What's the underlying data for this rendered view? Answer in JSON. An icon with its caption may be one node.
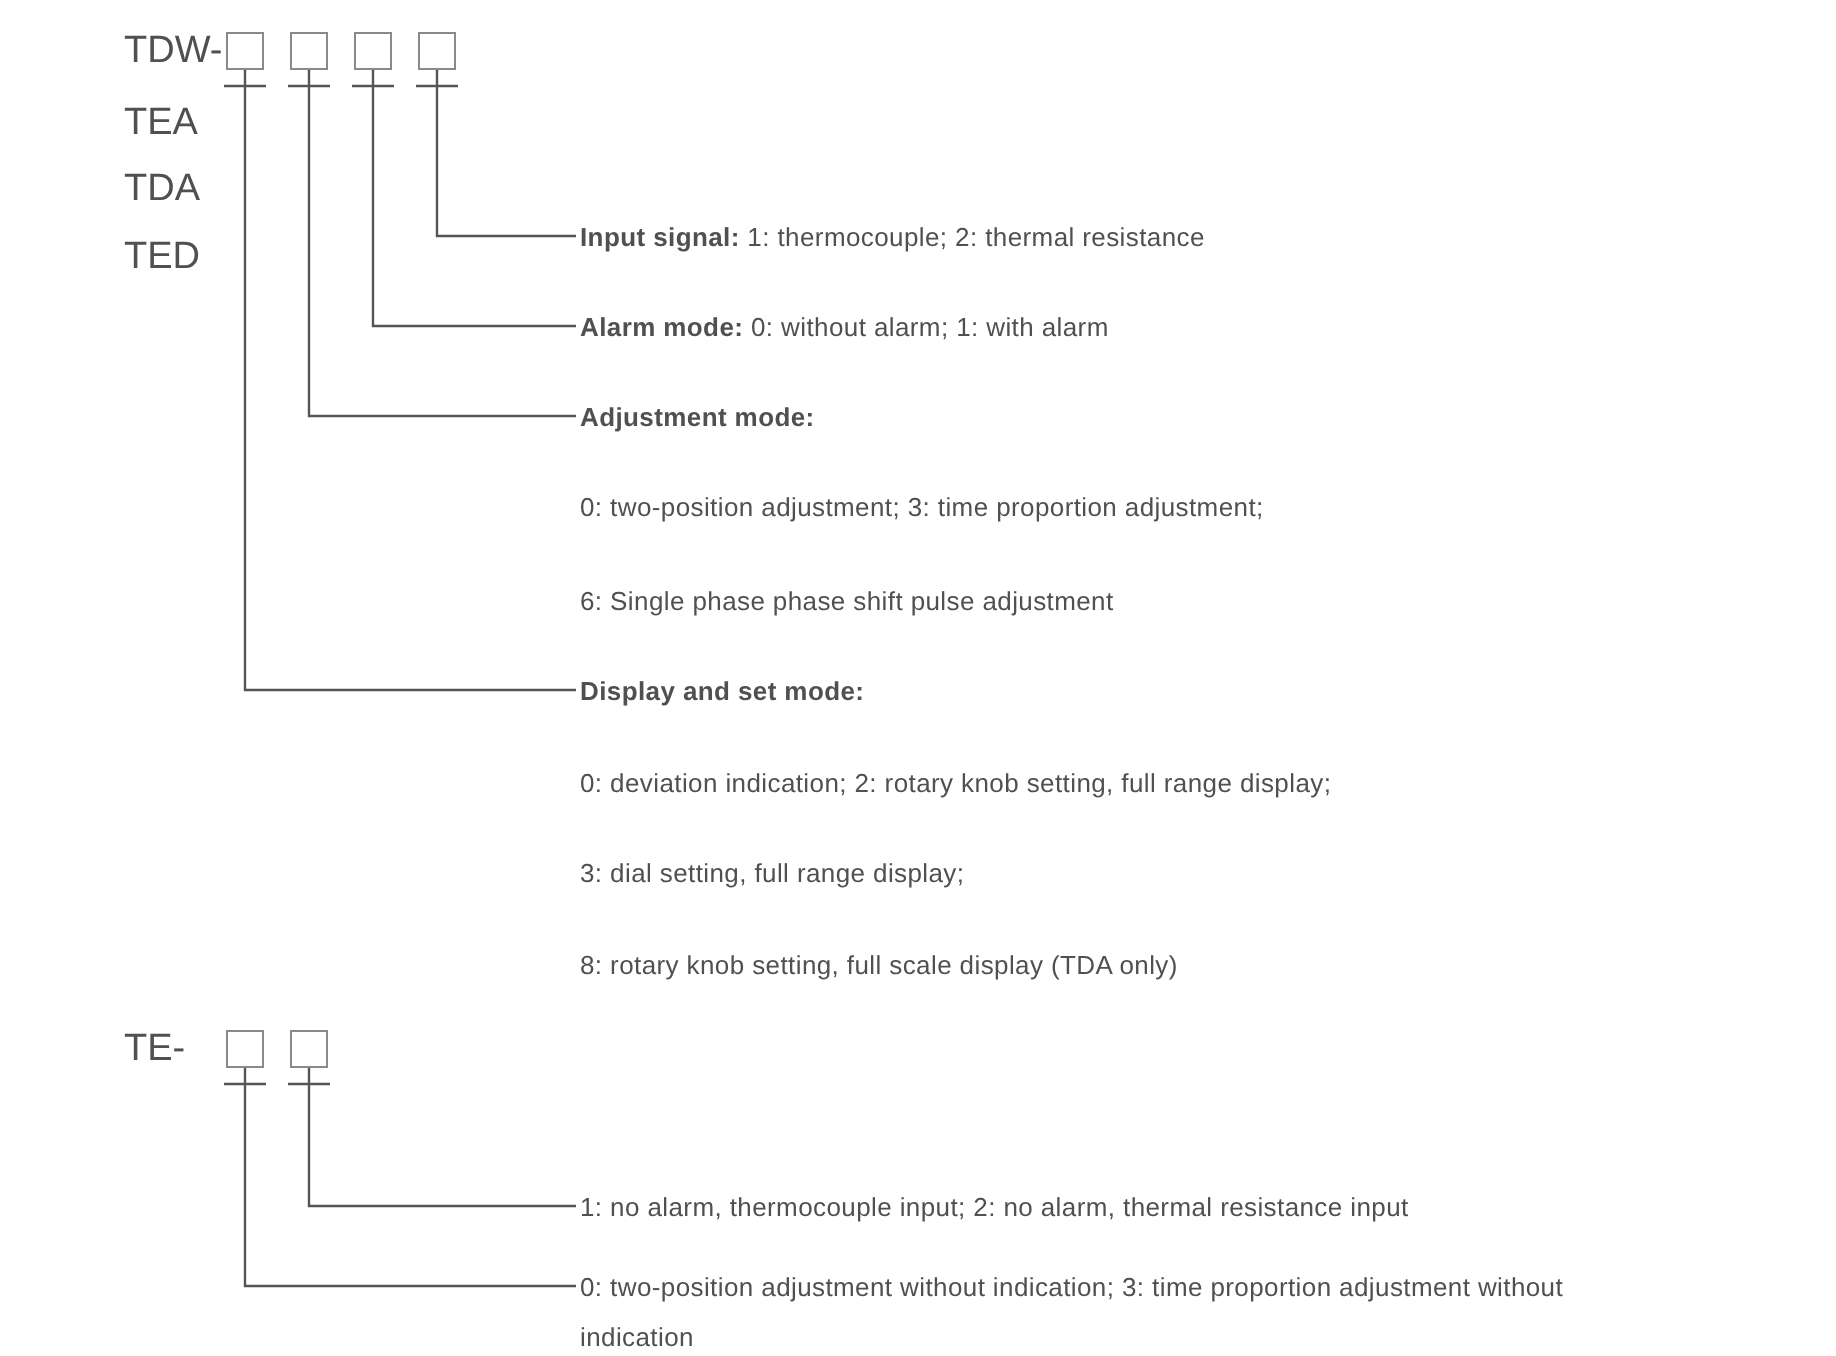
{
  "diagram": {
    "nodes": [
      {
        "text": [],
        "shape": "box"
      },
      {
        "text": [],
        "shape": "box"
      },
      {
        "text": [],
        "shape": "box"
      },
      {
        "text": [],
        "shape": "box"
      },
      {
        "text": [
          "**Input signal:** 1: thermocouple; 2: thermal resistance"
        ]
      },
      {
        "text": [
          "**Alarm mode:** 0: without alarm; 1: with alarm"
        ]
      },
      {
        "text": [
          "Adjustment mode:"
        ]
      },
      {
        "text": [
          "Display and set mode:"
        ]
      },
      {
        "text": [],
        "shape": "box"
      },
      {
        "text": [],
        "shape": "box"
      },
      {
        "text": [
          "1: no alarm, thermocouple input; 2: no alarm, thermal resistance input"
        ]
      },
      {
        "text": [
          "0: two-position adjustment without indication; 3: time proportion adjustment without indication"
        ]
      }
    ],
    "edges": [
      {
        "from": 4,
        "to": 3,
        "arrow": "none"
      },
      {
        "from": 5,
        "to": 2,
        "arrow": "none"
      },
      {
        "from": 6,
        "to": 1,
        "arrow": "none"
      },
      {
        "from": 7,
        "to": 0,
        "arrow": "none"
      },
      {
        "from": 10,
        "to": 9,
        "arrow": "none"
      },
      {
        "from": 11,
        "to": 8,
        "arrow": "none"
      }
    ],
    "labels": [
      "TDW-",
      "TEA",
      "TDA",
      "TED",
      "0: two-position adjustment; 3: time proportion adjustment;",
      "6: Single phase phase shift pulse adjustment",
      "0: deviation indication; 2: rotary knob setting, full range display;",
      "3: dial setting, full range display;",
      "8: rotary knob setting, full scale display (TDA only)",
      "TE-"
    ]
  }
}
